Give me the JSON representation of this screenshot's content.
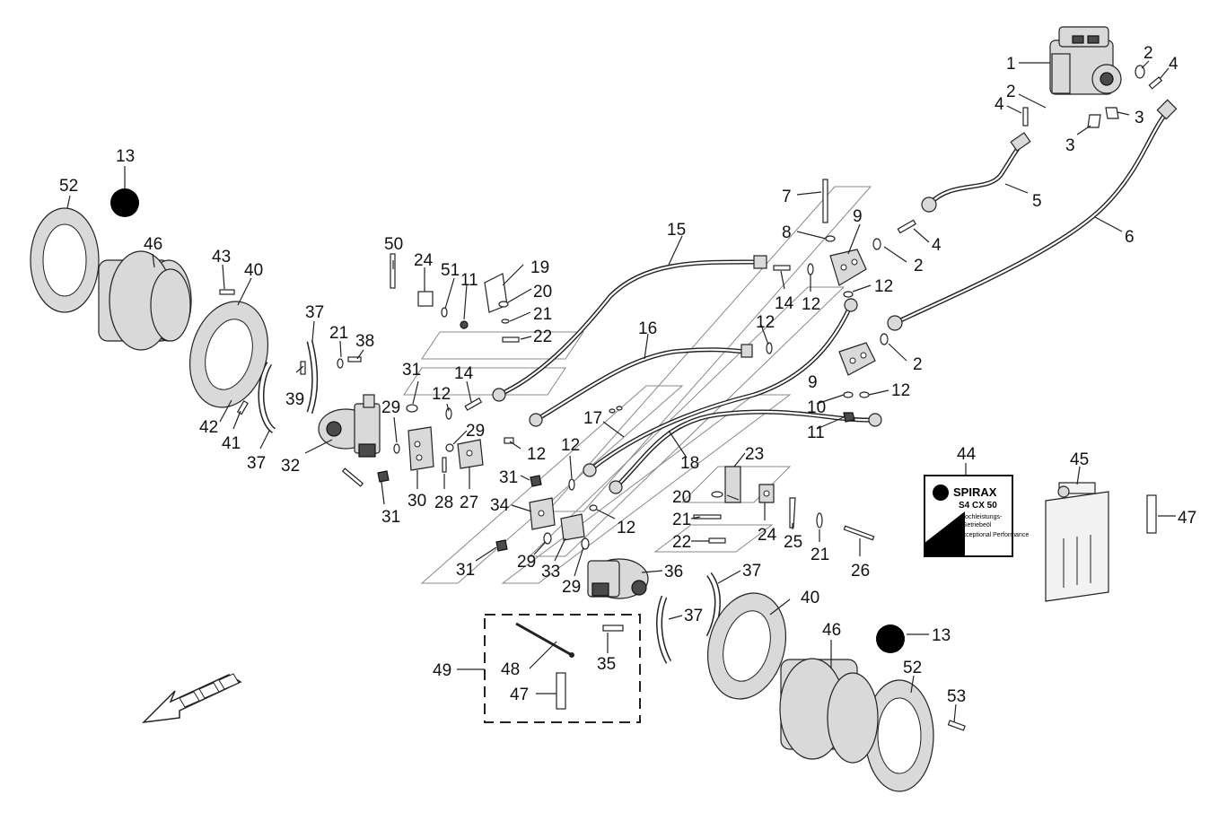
{
  "callouts": {
    "c1": "1",
    "c2a": "2",
    "c2b": "2",
    "c2c": "2",
    "c2d": "2",
    "c3a": "3",
    "c3b": "3",
    "c4a": "4",
    "c4b": "4",
    "c4c": "4",
    "c5": "5",
    "c6": "6",
    "c7": "7",
    "c8": "8",
    "c9a": "9",
    "c9b": "9",
    "c10": "10",
    "c11a": "11",
    "c11b": "11",
    "c12a": "12",
    "c12b": "12",
    "c12c": "12",
    "c12d": "12",
    "c12e": "12",
    "c12f": "12",
    "c12g": "12",
    "c12h": "12",
    "c13a": "13",
    "c13b": "13",
    "c14a": "14",
    "c14b": "14",
    "c15": "15",
    "c16": "16",
    "c17": "17",
    "c18": "18",
    "c19": "19",
    "c20a": "20",
    "c20b": "20",
    "c21a": "21",
    "c21b": "21",
    "c21c": "21",
    "c21d": "21",
    "c22a": "22",
    "c22b": "22",
    "c23": "23",
    "c24a": "24",
    "c24b": "24",
    "c25": "25",
    "c26": "26",
    "c27": "27",
    "c28": "28",
    "c29a": "29",
    "c29b": "29",
    "c29c": "29",
    "c29d": "29",
    "c30": "30",
    "c31a": "31",
    "c31b": "31",
    "c31c": "31",
    "c31d": "31",
    "c32": "32",
    "c33": "33",
    "c34": "34",
    "c35": "35",
    "c36": "36",
    "c37a": "37",
    "c37b": "37",
    "c37c": "37",
    "c37d": "37",
    "c38": "38",
    "c39": "39",
    "c40a": "40",
    "c40b": "40",
    "c41": "41",
    "c42": "42",
    "c43": "43",
    "c44": "44",
    "c45": "45",
    "c46a": "46",
    "c46b": "46",
    "c47a": "47",
    "c47b": "47",
    "c48": "48",
    "c49": "49",
    "c50": "50",
    "c51": "51",
    "c52a": "52",
    "c52b": "52",
    "c53": "53"
  },
  "oil_can": {
    "brand": "SPIRAX",
    "grade": "S4 CX 50",
    "line1": "Hochleistungs-",
    "line2": "Getriebeöl",
    "line3": "Exceptional Performance"
  },
  "icons": [
    "hydraulic-pump-icon",
    "travel-motor-icon",
    "gearbox-icon",
    "hose-icon",
    "oil-can-icon",
    "direction-arrow-icon"
  ]
}
